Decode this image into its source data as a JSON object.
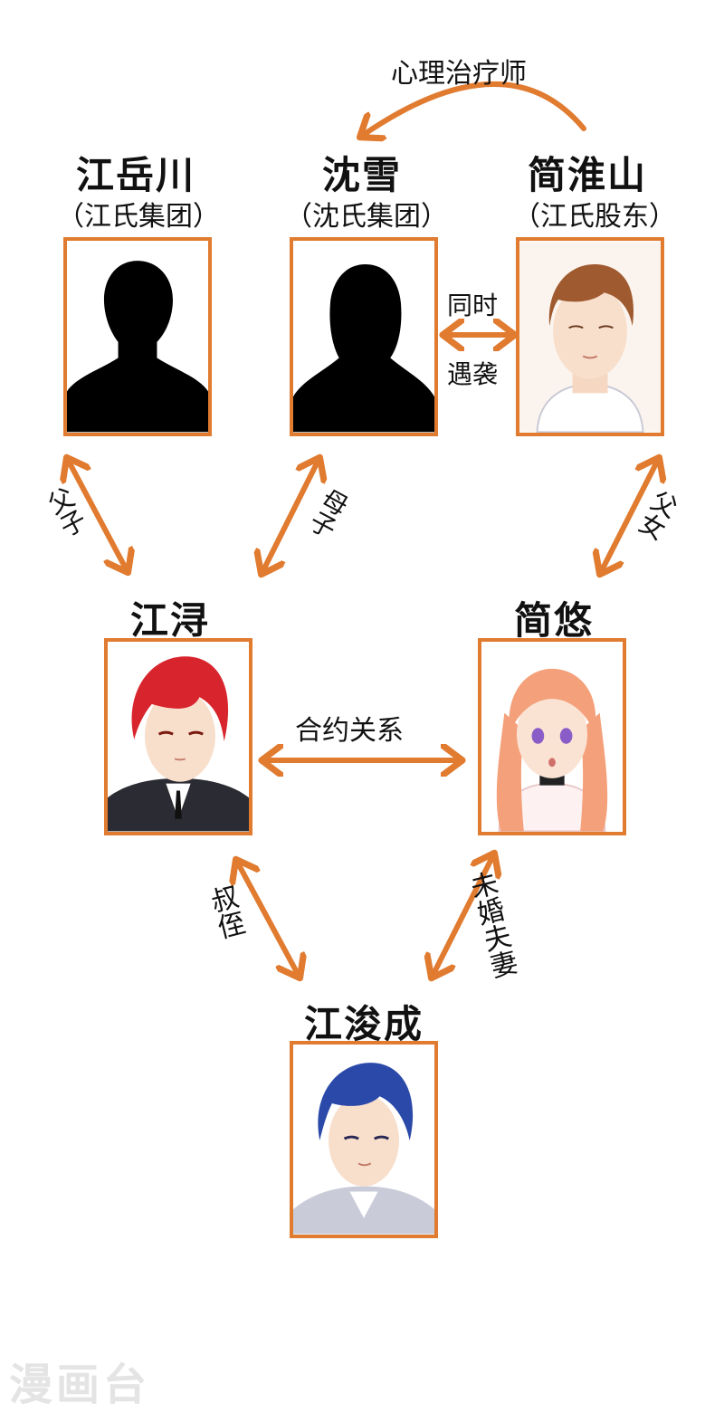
{
  "colors": {
    "accent": "#e07b30",
    "text": "#111111",
    "watermark": "#e4e4e4"
  },
  "people": {
    "jiang_yuechuan": {
      "name": "江岳川",
      "org": "（江氏集团）"
    },
    "shen_xue": {
      "name": "沈雪",
      "org": "（沈氏集团）"
    },
    "jian_huaishan": {
      "name": "简淮山",
      "org": "（江氏股东）"
    },
    "jiang_xun": {
      "name": "江浔"
    },
    "jian_you": {
      "name": "简悠"
    },
    "jiang_juncheng": {
      "name": "江浚成"
    }
  },
  "relations": {
    "therapist": "心理治疗师",
    "attacked_together_1": "同时",
    "attacked_together_2": "遇袭",
    "father_son": "父子",
    "mother_son": "母子",
    "father_daughter": "父女",
    "contract": "合约关系",
    "uncle_nephew": "叔侄",
    "fiance": "未婚夫妻"
  },
  "watermark": "漫画台"
}
